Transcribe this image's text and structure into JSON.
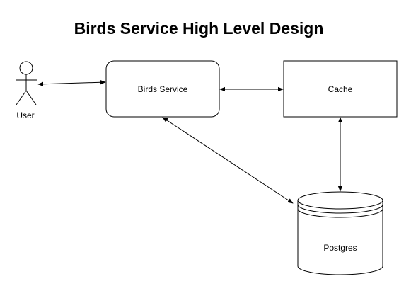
{
  "diagram": {
    "title": "Birds Service High Level Design",
    "nodes": {
      "user": {
        "label": "User",
        "shape": "actor"
      },
      "birds_service": {
        "label": "Birds Service",
        "shape": "rounded-rectangle"
      },
      "cache": {
        "label": "Cache",
        "shape": "rectangle"
      },
      "postgres": {
        "label": "Postgres",
        "shape": "database-cylinder"
      }
    },
    "edges": [
      {
        "from": "User",
        "to": "Birds Service",
        "direction": "bidirectional"
      },
      {
        "from": "Birds Service",
        "to": "Cache",
        "direction": "bidirectional"
      },
      {
        "from": "Cache",
        "to": "Postgres",
        "direction": "bidirectional"
      },
      {
        "from": "Birds Service",
        "to": "Postgres",
        "direction": "bidirectional"
      }
    ],
    "colors": {
      "stroke": "#000000",
      "fill": "#ffffff"
    }
  }
}
